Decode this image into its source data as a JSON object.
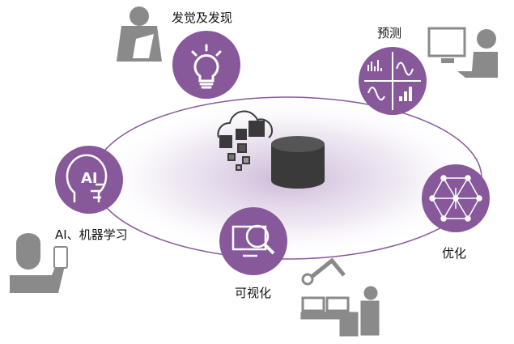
{
  "labels": {
    "discovery": "发觉及发现",
    "prediction": "预测",
    "ai_ml": "AI、机器学习",
    "visualization": "可视化",
    "optimization": "优化",
    "ai_badge": "AI"
  },
  "colors": {
    "accent": "#87599a",
    "gray": "#8a8a8a",
    "dark": "#3a3a3a"
  }
}
